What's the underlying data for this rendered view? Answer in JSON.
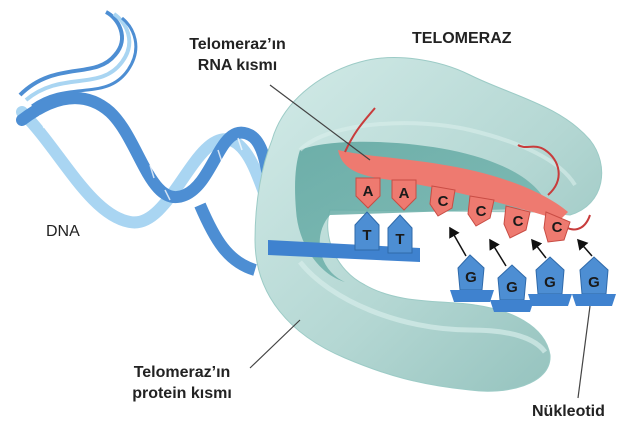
{
  "labels": {
    "title": "TELOMERAZ",
    "rna_line1": "Telomeraz’ın",
    "rna_line2": "RNA kısmı",
    "dna": "DNA",
    "protein_line1": "Telomeraz’ın",
    "protein_line2": "protein kısmı",
    "nucleotide": "Nükleotid"
  },
  "rna_bases": [
    "A",
    "A",
    "C",
    "C",
    "C",
    "C"
  ],
  "paired_dna_bases": [
    "T",
    "T"
  ],
  "free_nucleotides": [
    "G",
    "G",
    "G",
    "G"
  ],
  "colors": {
    "protein": "#b7d9d5",
    "rna": "#ee7a70",
    "dna_dark": "#4d8ed3",
    "dna_light": "#a9d5f2",
    "text": "#222222"
  }
}
